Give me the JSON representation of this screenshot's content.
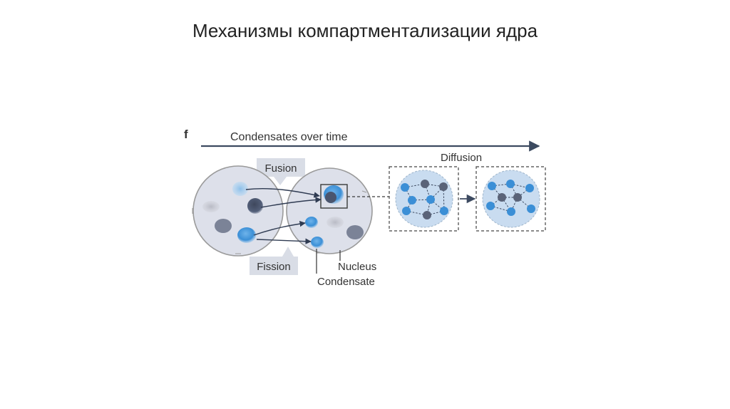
{
  "slide": {
    "title": "Механизмы компартментализации ядра"
  },
  "figure": {
    "panel_letter": "f",
    "timeline_label": "Condensates over time",
    "fusion_label": "Fusion",
    "fission_label": "Fission",
    "diffusion_label": "Diffusion",
    "nucleus_label": "Nucleus",
    "condensate_label": "Condensate"
  },
  "colors": {
    "nucleus_fill": "#dde0ea",
    "nucleus_stroke": "#9a9a9a",
    "label_box_fill": "#d9dde6",
    "condensate_blue": "#3b8fd6",
    "condensate_dark": "#54607a",
    "condensate_gray": "#a9acb6",
    "network_circle": "#c9dcf0",
    "timeline_arrow": "#3c4a60"
  }
}
